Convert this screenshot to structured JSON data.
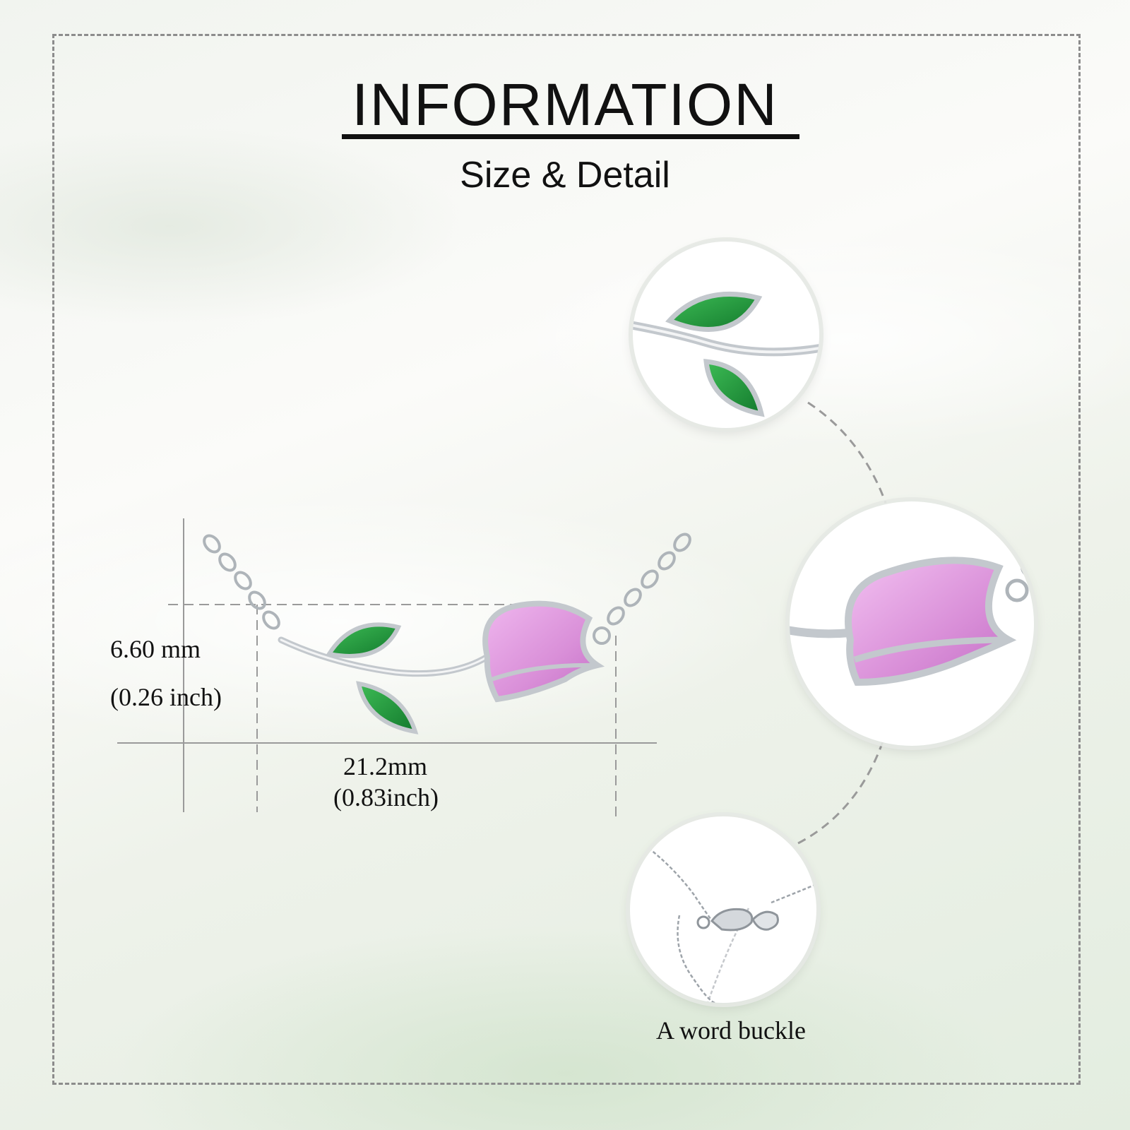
{
  "header": {
    "title": "INFORMATION",
    "subtitle": "Size & Detail"
  },
  "dimensions": {
    "height_mm": "6.60 mm",
    "height_inch": "(0.26 inch)",
    "width_mm": "21.2mm",
    "width_inch": "(0.83inch)"
  },
  "details": {
    "clasp_caption": "A word buckle"
  },
  "colors": {
    "leaf": "#1e9a3c",
    "petal": "#d98fd8",
    "silver": "#c9ced3",
    "frame": "#8c8c8c"
  }
}
